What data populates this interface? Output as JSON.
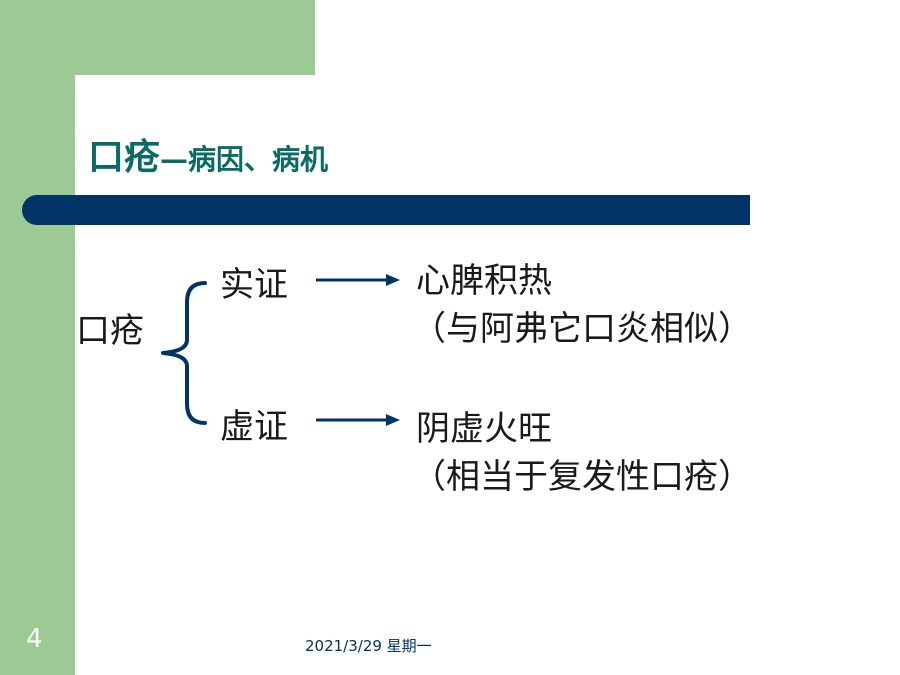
{
  "slide": {
    "title_main": "口疮",
    "title_sub": "—病因、病机",
    "page_number": "4",
    "footer_date": "2021/3/29 星期一"
  },
  "diagram": {
    "root": "口疮",
    "branches": [
      {
        "label": "实证",
        "result": "心脾积热",
        "note": "（与阿弗它口炎相似）"
      },
      {
        "label": "虚证",
        "result": "阴虚火旺",
        "note": "（相当于复发性口疮）"
      }
    ]
  },
  "colors": {
    "band_green": "#9cc994",
    "navy": "#003366",
    "title_teal": "#0a6a66"
  }
}
